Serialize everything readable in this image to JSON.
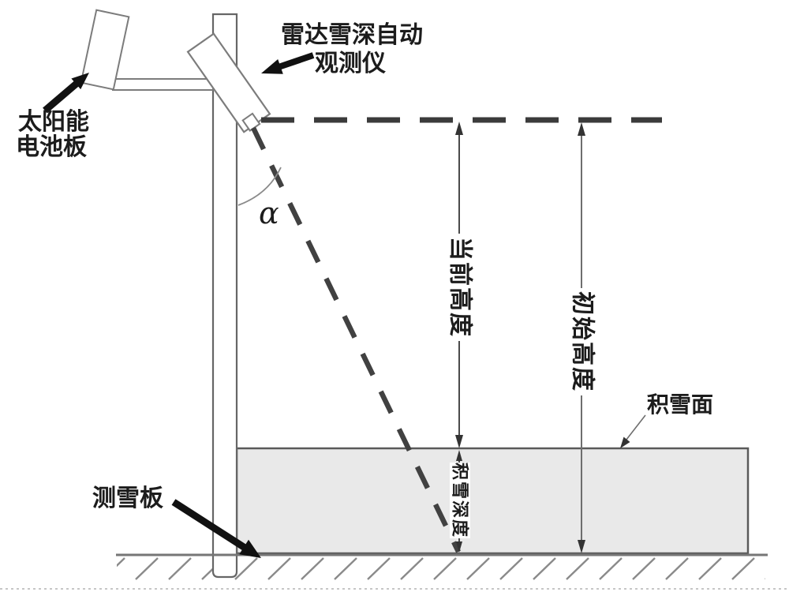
{
  "figure": {
    "labels": {
      "radar_device": {
        "line1": "雷达雪深自动",
        "line2": "观测仪"
      },
      "solar_panel": {
        "line1": "太阳能",
        "line2": "电池板"
      },
      "snow_board": "测雪板",
      "snow_surface": "积雪面",
      "angle_symbol": "α"
    },
    "dimensions": {
      "current_height": "当前高度",
      "initial_height": "初始高度",
      "snow_depth": "积雪深度"
    },
    "colors": {
      "snow_fill": "#e9e9e9",
      "structure_outline": "#7c7c7c",
      "dashed_line": "#3c3c3c",
      "dimension_line": "#555555",
      "ground": "#767676",
      "label_text": "#1c1c1c",
      "pointer_arrow": "#111111"
    }
  }
}
